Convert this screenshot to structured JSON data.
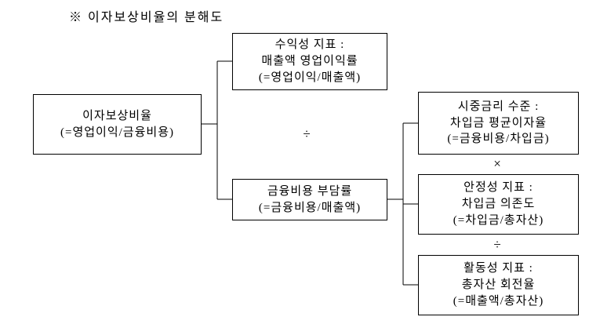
{
  "title": "※ 이자보상비율의 분해도",
  "boxes": {
    "root": {
      "lines": [
        "이자보상비율",
        "(=영업이익/금융비용)"
      ]
    },
    "profitability": {
      "lines": [
        "수익성 지표 :",
        "매출액 영업이익률",
        "(=영업이익/매출액)"
      ]
    },
    "financial_cost": {
      "lines": [
        "금융비용 부담률",
        "(=금융비용/매출액)"
      ]
    },
    "interest_rate": {
      "lines": [
        "시중금리 수준 :",
        "차입금 평균이자율",
        "(=금융비용/차입금)"
      ]
    },
    "stability": {
      "lines": [
        "안정성 지표 :",
        "차입금 의존도",
        "(=차입금/총자산)"
      ]
    },
    "activity": {
      "lines": [
        "활동성 지표 :",
        "총자산 회전율",
        "(=매출액/총자산)"
      ]
    }
  },
  "operators": {
    "mid_divide": "÷",
    "right_multiply": "×",
    "right_divide": "÷"
  },
  "colors": {
    "background": "#ffffff",
    "line": "#000000",
    "text": "#000000"
  }
}
